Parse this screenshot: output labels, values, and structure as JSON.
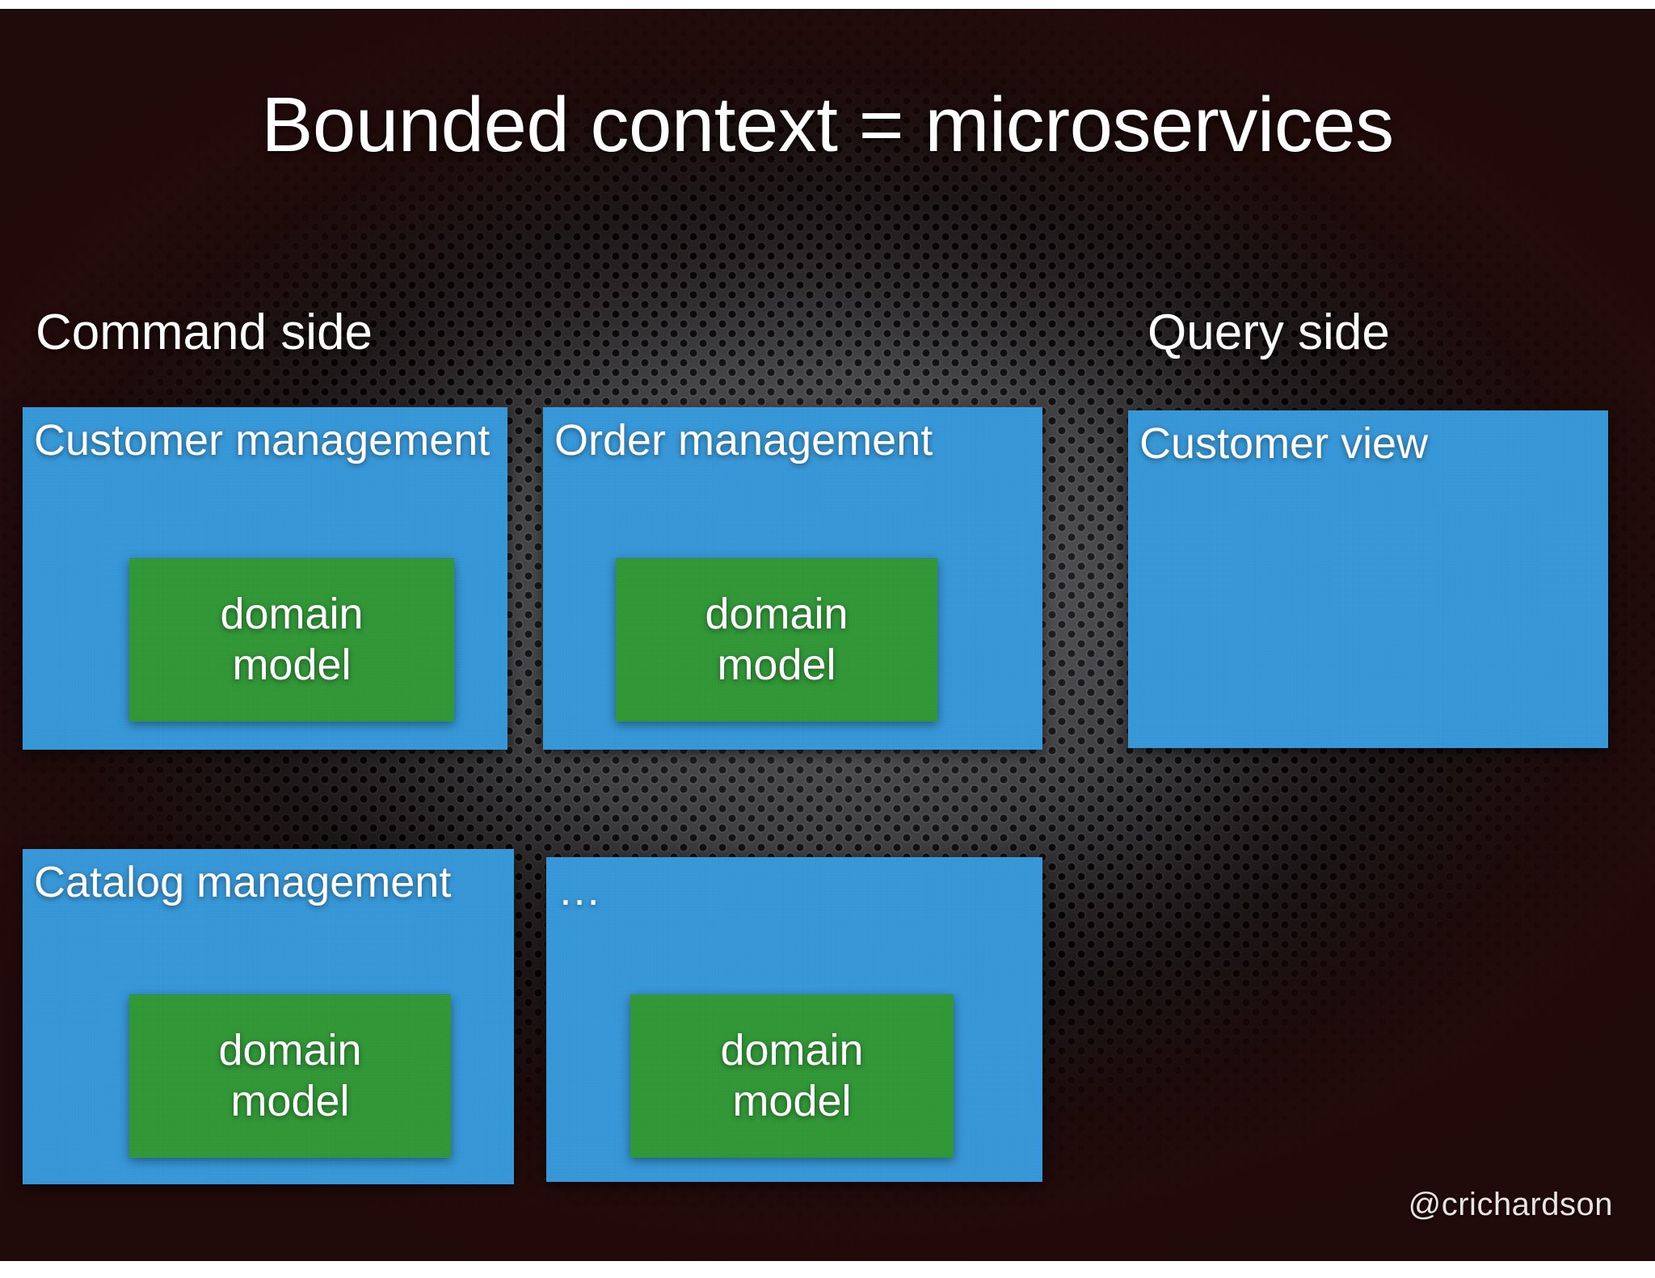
{
  "slide": {
    "title": "Bounded context = microservices",
    "watermark": "@crichardson",
    "colors": {
      "context_box": "#3399dd",
      "domain_box": "#2d9933",
      "text": "#ffffff",
      "background": "#0b0a0c"
    }
  },
  "sections": {
    "command": {
      "label": "Command side"
    },
    "query": {
      "label": "Query side"
    }
  },
  "domain_model": {
    "line1": "domain",
    "line2": "model"
  },
  "boxes": {
    "customer_management": {
      "title": "Customer management",
      "has_domain_model": true
    },
    "order_management": {
      "title": "Order management",
      "has_domain_model": true
    },
    "customer_view": {
      "title": "Customer view",
      "has_domain_model": false
    },
    "catalog_management": {
      "title": "Catalog management",
      "has_domain_model": true
    },
    "more": {
      "title": "…",
      "has_domain_model": true
    }
  }
}
